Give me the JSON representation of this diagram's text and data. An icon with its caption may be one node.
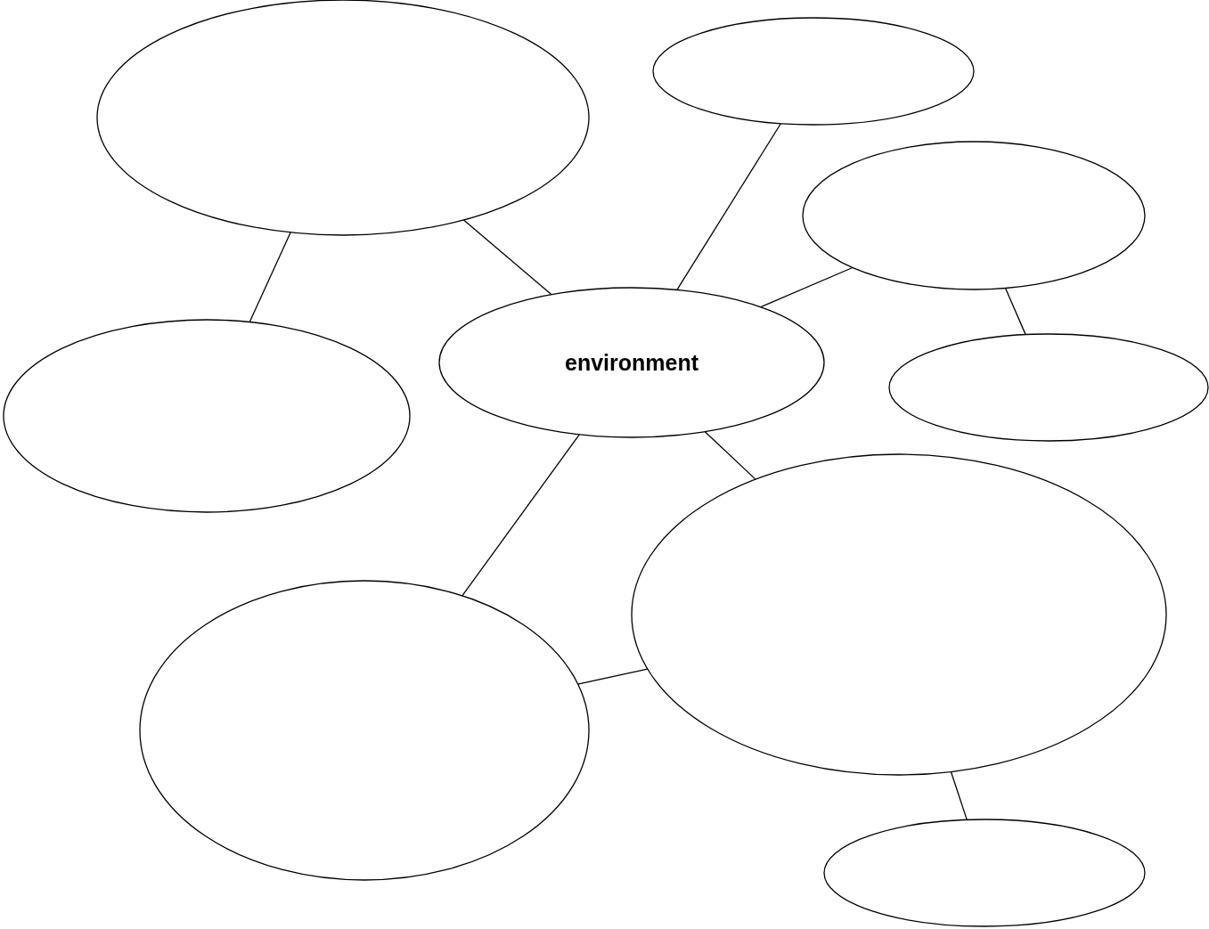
{
  "diagram": {
    "nodes": [
      {
        "text": [],
        "shape": "ellipse"
      },
      {
        "text": [],
        "shape": "ellipse"
      },
      {
        "text": [],
        "shape": "ellipse"
      },
      {
        "text": [
          "environment"
        ]
      },
      {
        "text": [],
        "shape": "ellipse"
      },
      {
        "text": [],
        "shape": "ellipse"
      },
      {
        "text": [],
        "shape": "ellipse"
      },
      {
        "text": [],
        "shape": "ellipse"
      },
      {
        "text": [],
        "shape": "ellipse"
      }
    ],
    "edges": [
      {
        "from": 0,
        "to": 4,
        "arrow": "none"
      },
      {
        "from": 0,
        "to": 3,
        "arrow": "none"
      },
      {
        "from": 1,
        "to": 3,
        "arrow": "none"
      },
      {
        "from": 2,
        "to": 3,
        "arrow": "none"
      },
      {
        "from": 2,
        "to": 5,
        "arrow": "none"
      },
      {
        "from": 3,
        "to": 7,
        "arrow": "none"
      },
      {
        "from": 3,
        "to": 6,
        "arrow": "none"
      },
      {
        "from": 6,
        "to": 7,
        "arrow": "none"
      },
      {
        "from": 6,
        "to": 8,
        "arrow": "none"
      }
    ]
  }
}
